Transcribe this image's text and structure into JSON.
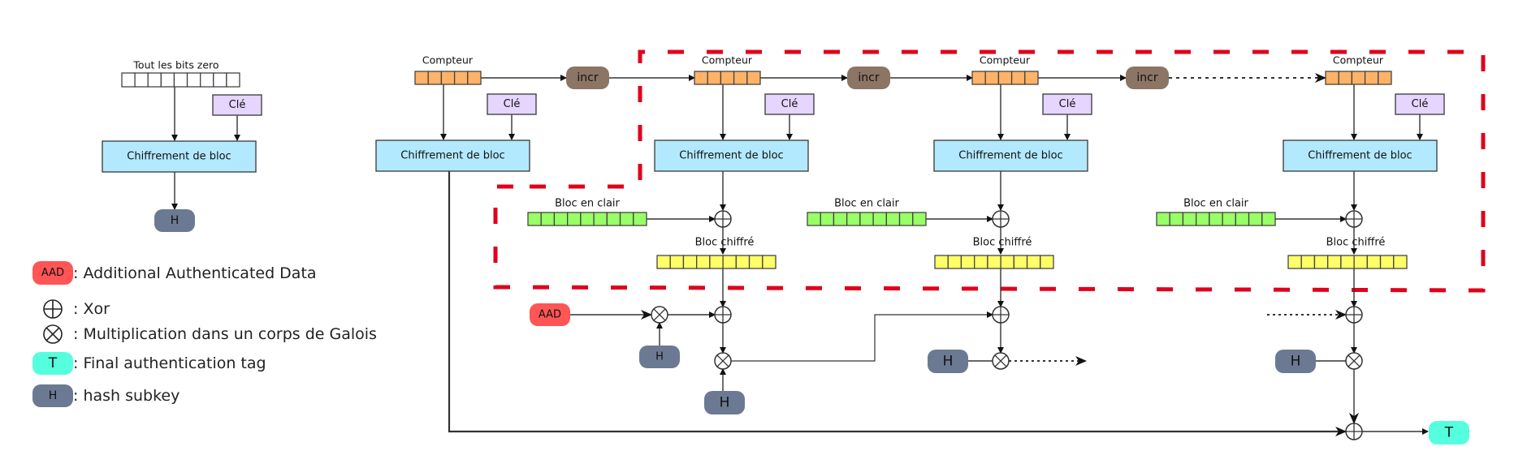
{
  "diagram": {
    "title": "Galois/Counter Mode (GCM) - schéma",
    "hash_subkey_derivation": {
      "input_label": "Tout les bits zero",
      "key_label": "Clé",
      "cipher_label": "Chiffrement de bloc",
      "output_label": "H"
    },
    "counter_label": "Compteur",
    "key_label": "Clé",
    "cipher_label": "Chiffrement de bloc",
    "incr_label": "incr",
    "plaintext_label": "Bloc en clair",
    "ciphertext_label": "Bloc chiffré",
    "aad_label": "AAD",
    "h_label": "H",
    "tag_label": "T",
    "blocks": [
      {
        "id": 0,
        "counter": "Compteur",
        "key": "Clé",
        "cipher": "Chiffrement de bloc",
        "incr": "incr"
      },
      {
        "id": 1,
        "counter": "Compteur",
        "key": "Clé",
        "cipher": "Chiffrement de bloc",
        "incr": "incr",
        "plaintext": "Bloc en clair",
        "ciphertext": "Bloc chiffré"
      },
      {
        "id": 2,
        "counter": "Compteur",
        "key": "Clé",
        "cipher": "Chiffrement de bloc",
        "incr": "incr",
        "plaintext": "Bloc en clair",
        "ciphertext": "Bloc chiffré"
      },
      {
        "id": 3,
        "counter": "Compteur",
        "key": "Clé",
        "cipher": "Chiffrement de bloc",
        "plaintext": "Bloc en clair",
        "ciphertext": "Bloc chiffré"
      }
    ],
    "colors": {
      "counter": "#ffb366",
      "key": "#e5d5ff",
      "cipher": "#b3e9ff",
      "incr": "#8c7565",
      "plaintext": "#99ff66",
      "ciphertext": "#ffff66",
      "aad": "#ff5555",
      "hash": "#6b7a92",
      "tag": "#55ffdd",
      "dashed_region": "#e0001b"
    }
  },
  "legend": [
    {
      "symbol": "AAD",
      "symbol_type": "aad-pill",
      "text": ": Additional Authenticated Data"
    },
    {
      "symbol": "xor-icon",
      "symbol_type": "xor",
      "text": ": Xor"
    },
    {
      "symbol": "galois-mult-icon",
      "symbol_type": "mult",
      "text": ": Multiplication dans un corps de Galois"
    },
    {
      "symbol": "T",
      "symbol_type": "tag-pill",
      "text": ": Final authentication tag"
    },
    {
      "symbol": "H",
      "symbol_type": "hash-pill",
      "text": ": hash subkey"
    }
  ]
}
